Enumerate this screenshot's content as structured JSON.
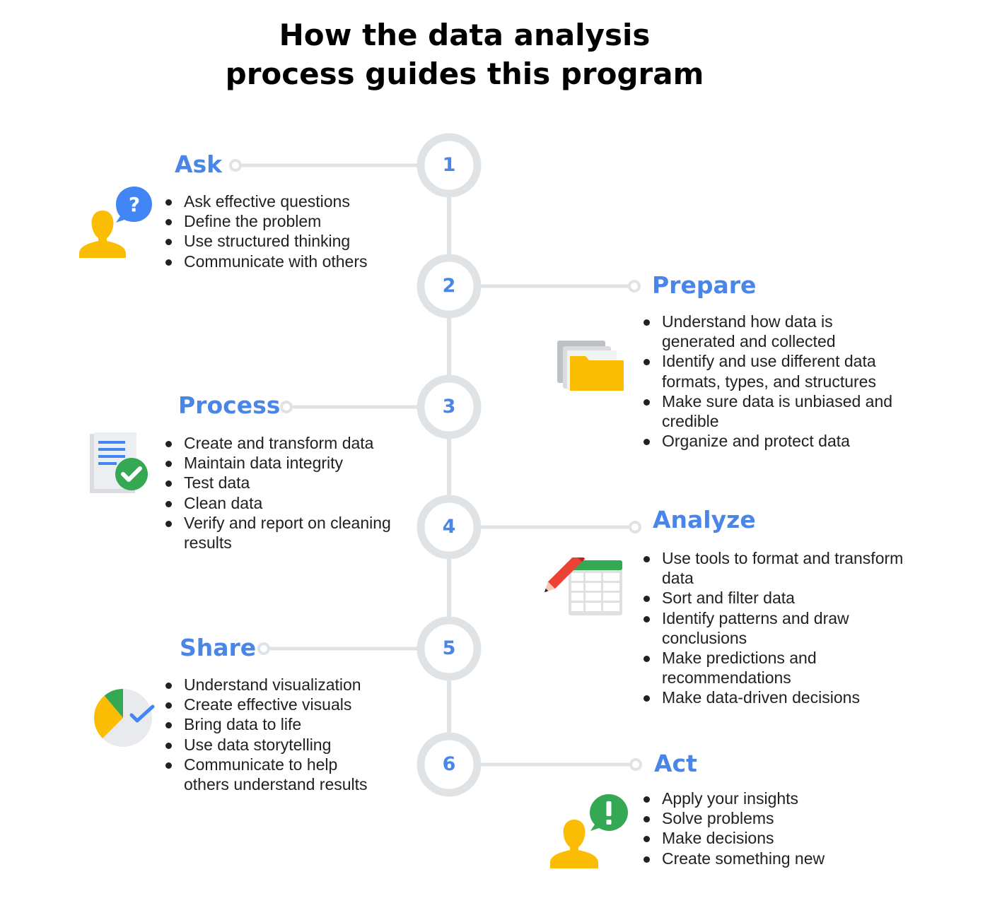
{
  "title": {
    "line1": "How the data analysis",
    "line2": "process guides this program"
  },
  "colors": {
    "accent_blue": "#4a86e8",
    "connector_gray": "#e0e3e6",
    "person_yellow": "#fbbc04",
    "green": "#34a853"
  },
  "steps": [
    {
      "number": "1",
      "title": "Ask",
      "icon": "person-question-icon",
      "bullets": [
        "Ask effective questions",
        "Define the problem",
        "Use structured thinking",
        "Communicate with others"
      ]
    },
    {
      "number": "2",
      "title": "Prepare",
      "icon": "folders-icon",
      "bullets": [
        "Understand how data is generated and collected",
        "Identify and use different data formats, types, and structures",
        "Make sure data is unbiased and credible",
        "Organize and protect data"
      ]
    },
    {
      "number": "3",
      "title": "Process",
      "icon": "document-check-icon",
      "bullets": [
        "Create and transform data",
        "Maintain data integrity",
        "Test data",
        "Clean data",
        "Verify and report on cleaning results"
      ]
    },
    {
      "number": "4",
      "title": "Analyze",
      "icon": "spreadsheet-pencil-icon",
      "bullets": [
        "Use tools to format and transform data",
        "Sort and filter data",
        "Identify patterns and draw conclusions",
        "Make predictions and recommendations",
        "Make data-driven decisions"
      ]
    },
    {
      "number": "5",
      "title": "Share",
      "icon": "pie-chart-check-icon",
      "bullets": [
        "Understand visualization",
        "Create effective visuals",
        "Bring data to life",
        "Use data storytelling",
        "Communicate to help others understand results"
      ]
    },
    {
      "number": "6",
      "title": "Act",
      "icon": "person-exclamation-icon",
      "bullets": [
        "Apply your insights",
        "Solve problems",
        "Make decisions",
        "Create something new"
      ]
    }
  ]
}
